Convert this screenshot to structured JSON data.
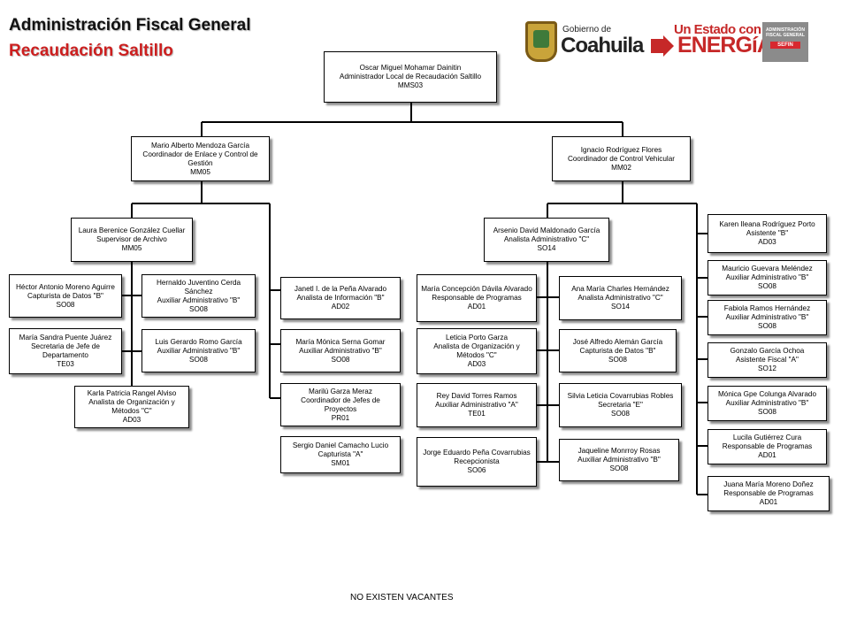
{
  "header": {
    "title": "Administración Fiscal General",
    "subtitle": "Recaudación Saltillo"
  },
  "logos": {
    "gobierno_small": "Gobierno de",
    "gobierno_big": "Coahuila",
    "un_estado": "Un Estado con",
    "energia": "ENERGíA",
    "sefin_top": "ADMINISTRACIÓN FISCAL GENERAL",
    "sefin_tag": "SEFIN"
  },
  "footer": "NO EXISTEN VACANTES",
  "colors": {
    "subtitle": "#cc1f1f",
    "box_border": "#000000",
    "energia_red": "#c62828"
  },
  "nodes": {
    "n0": [
      "Oscar Miguel Mohamar Dainitin",
      "Administrador Local de Recaudación Saltillo",
      "MMS03"
    ],
    "n1": [
      "Mario Alberto Mendoza García",
      "Coordinador de Enlace y Control de Gestión",
      "MM05"
    ],
    "n2": [
      "Ignacio Rodríguez Flores",
      "Coordinador de Control Vehicular",
      "MM02"
    ],
    "n3": [
      "Laura Berenice González Cuellar",
      "Supervisor de Archivo",
      "MM05"
    ],
    "n4": [
      "Héctor Antonio Moreno Aguirre",
      "Capturista de Datos \"B\"",
      "SO08"
    ],
    "n5": [
      "Hernaldo Juventino Cerda Sánchez",
      "Auxiliar Administrativo \"B\"",
      "SO08"
    ],
    "n6": [
      "María Sandra Puente Juárez",
      "Secretaria de Jefe de Departamento",
      "TE03"
    ],
    "n7": [
      "Luis Gerardo Romo García",
      "Auxiliar Administrativo \"B\"",
      "SO08"
    ],
    "n8": [
      "Karla Patricia Rangel Alviso",
      "Analista de Organización y Métodos \"C\"",
      "AD03"
    ],
    "n9": [
      "Janetl I. de la Peña Alvarado",
      "Analista de Información \"B\"",
      "AD02"
    ],
    "n10": [
      "María Mónica Serna Gomar",
      "Auxiliar Administrativo \"B\"",
      "SO08"
    ],
    "n11": [
      "Marilú Garza Meraz",
      "Coordinador de Jefes de Proyectos",
      "PR01"
    ],
    "n12": [
      "Sergio Daniel Camacho Lucio",
      "Capturista \"A\"",
      "SM01"
    ],
    "n13": [
      "Arsenio David Maldonado García",
      "Analista Administrativo \"C\"",
      "SO14"
    ],
    "n14": [
      "María Concepción Dávila Alvarado",
      "Responsable de Programas",
      "AD01"
    ],
    "n15": [
      "Ana María Charles Hernández",
      "Analista Administrativo \"C\"",
      "SO14"
    ],
    "n16": [
      "Leticia Porto Garza",
      "Analista de Organización y Métodos \"C\"",
      "AD03"
    ],
    "n17": [
      "José Alfredo Alemán García",
      "Capturista de Datos \"B\"",
      "SO08"
    ],
    "n18": [
      "Rey David Torres Ramos",
      "Auxiliar Administrativo \"A\"",
      "TE01"
    ],
    "n19": [
      "Silvia Leticia Covarrubias Robles",
      "Secretaria \"E\"",
      "SO08"
    ],
    "n20": [
      "Jorge Eduardo Peña Covarrubias",
      "Recepcionista",
      "SO06"
    ],
    "n21": [
      "Jaqueline Monrroy Rosas",
      "Auxiliar Administrativo \"B\"",
      "SO08"
    ],
    "n22": [
      "Karen Ileana Rodríguez Porto",
      "Asistente \"B\"",
      "AD03"
    ],
    "n23": [
      "Mauricio Guevara Meléndez",
      "Auxiliar Administrativo \"B\"",
      "SO08"
    ],
    "n24": [
      "Fabiola Ramos Hernández",
      "Auxiliar Administrativo \"B\"",
      "SO08"
    ],
    "n25": [
      "Gonzalo García Ochoa",
      "Asistente Fiscal \"A\"",
      "SO12"
    ],
    "n26": [
      "Mónica Gpe Colunga Alvarado",
      "Auxiliar Administrativo \"B\"",
      "SO08"
    ],
    "n27": [
      "Lucila Gutiérrez Cura",
      "Responsable de Programas",
      "AD01"
    ],
    "n28": [
      "Juana María Moreno Doñez",
      "Responsable de Programas",
      "AD01"
    ]
  }
}
